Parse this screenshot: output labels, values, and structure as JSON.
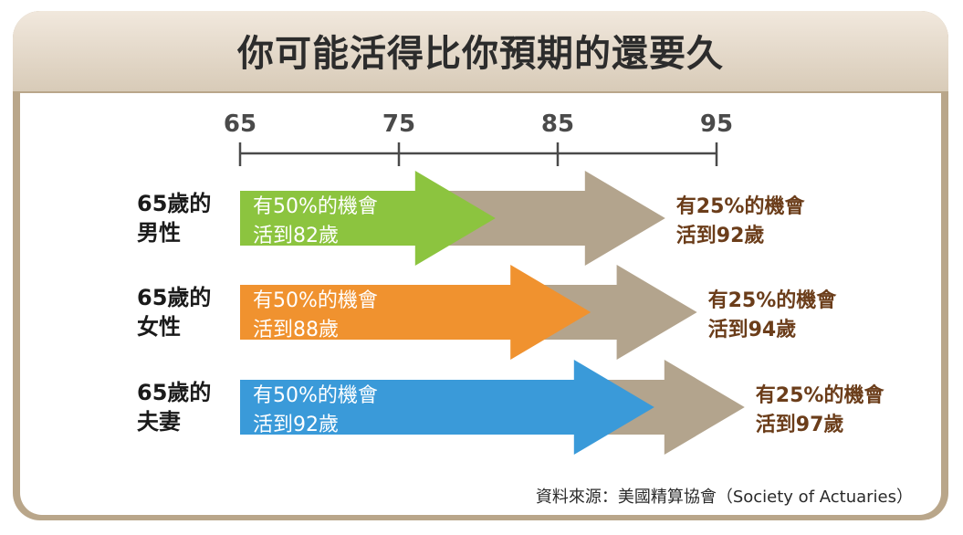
{
  "title": "你可能活得比你預期的還要久",
  "chart_data": {
    "type": "timeline",
    "axis": {
      "ticks": [
        65,
        75,
        85,
        95
      ],
      "range": [
        65,
        95
      ]
    },
    "rows": [
      {
        "label_line1": "65歲的",
        "label_line2": "男性",
        "start": 65,
        "p50_age": 82,
        "p25_age": 92,
        "p50_line1": "有50%的機會",
        "p50_line2": "活到82歲",
        "p25_line1": "有25%的機會",
        "p25_line2": "活到92歲",
        "color": "#8cc43f"
      },
      {
        "label_line1": "65歲的",
        "label_line2": "女性",
        "start": 65,
        "p50_age": 88,
        "p25_age": 94,
        "p50_line1": "有50%的機會",
        "p50_line2": "活到88歲",
        "p25_line1": "有25%的機會",
        "p25_line2": "活到94歲",
        "color": "#f0922f"
      },
      {
        "label_line1": "65歲的",
        "label_line2": "夫妻",
        "start": 65,
        "p50_age": 92,
        "p25_age": 97,
        "p50_line1": "有50%的機會",
        "p50_line2": "活到92歲",
        "p25_line1": "有25%的機會",
        "p25_line2": "活到97歲",
        "color": "#3a9ad9"
      }
    ],
    "gray_arrow_color": "#b3a48d"
  },
  "source": "資料來源：美國精算協會（Society of Actuaries）"
}
